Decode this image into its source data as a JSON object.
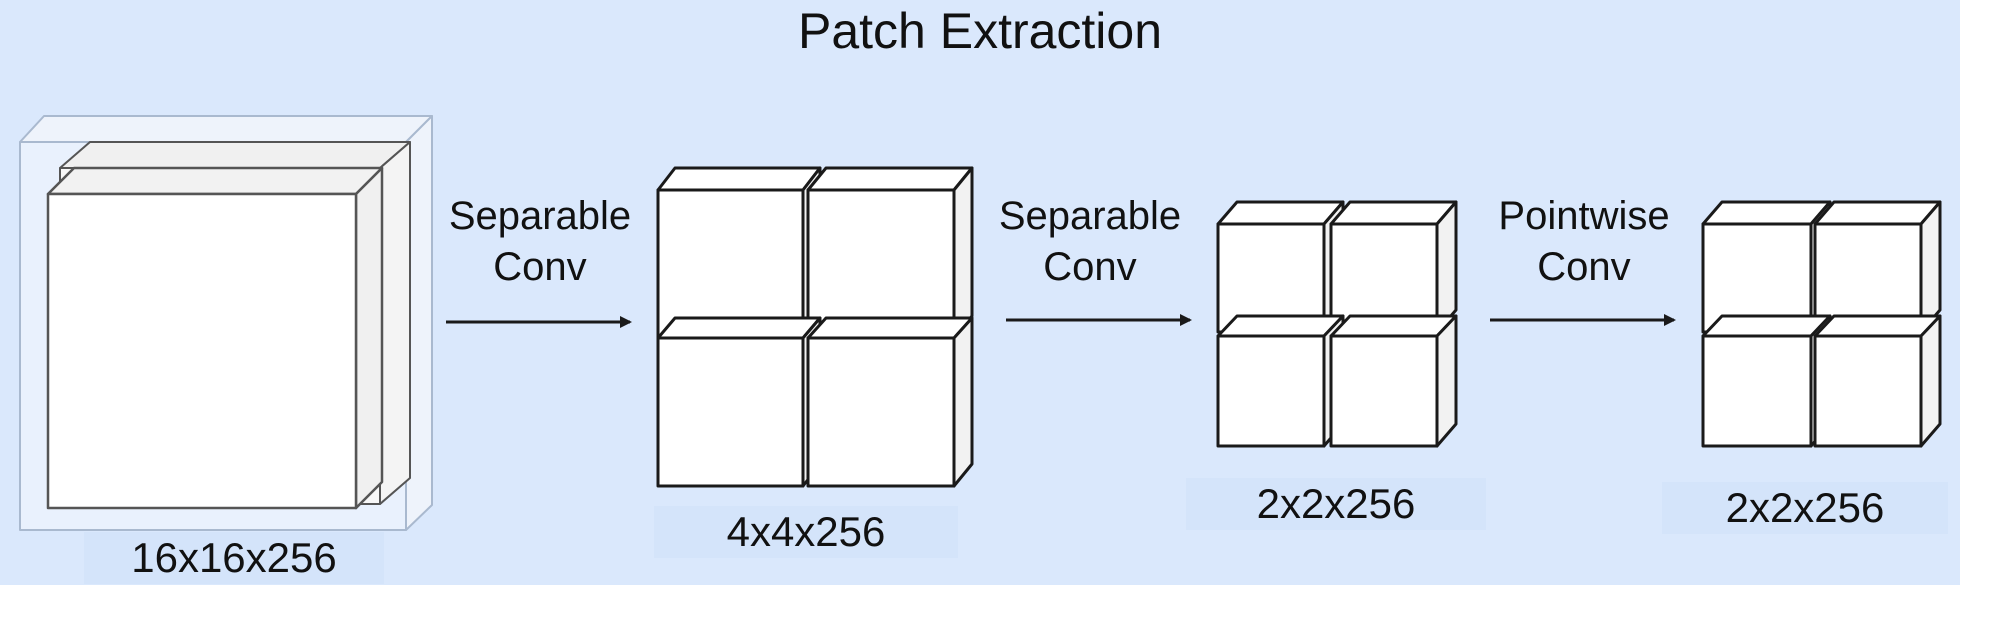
{
  "title": "Patch Extraction",
  "stages": [
    {
      "dims": "16x16x256"
    },
    {
      "dims": "4x4x256"
    },
    {
      "dims": "2x2x256"
    },
    {
      "dims": "2x2x256"
    }
  ],
  "operations": [
    {
      "line1": "Separable",
      "line2": "Conv"
    },
    {
      "line1": "Separable",
      "line2": "Conv"
    },
    {
      "line1": "Pointwise",
      "line2": "Conv"
    }
  ],
  "colors": {
    "background": "#dae8fc",
    "cube_face": "#ffffff",
    "stroke": "#1a1a1a",
    "ghost": "#a9b9cf"
  }
}
